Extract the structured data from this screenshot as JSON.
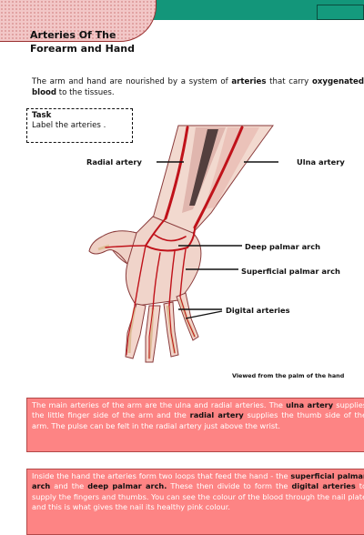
{
  "page": {
    "title_line1": "Arteries Of The",
    "title_line2": "Forearm and Hand"
  },
  "intro": {
    "part1": "The arm and hand are nourished by a system of ",
    "bold1": "arteries",
    "part2": " that carry ",
    "bold2": "oxygenated blood",
    "part3": " to the tissues."
  },
  "task": {
    "heading": "Task",
    "text": "Label the arteries ."
  },
  "labels": {
    "radial_artery": "Radial artery",
    "ulna_artery": "Ulna artery",
    "deep_palmar_arch": "Deep palmar arch",
    "superficial_palmar_arch": "Superficial palmar arch",
    "digital_arteries": "Digital arteries"
  },
  "caption": "Viewed from the palm of the hand",
  "box1": {
    "t1": "The main arteries of the arm are the ulna and radial arteries.  The ",
    "b1": "ulna artery",
    "t2": " supplies the little finger side of the arm and the ",
    "b2": "radial artery",
    "t3": " supplies the thumb side of the arm.  The pulse can be felt in the radial artery just above the wrist."
  },
  "box2": {
    "t1": "Inside the hand the arteries form two loops that feed the hand - the ",
    "b1": "superficial palmar arch",
    "t2": " and the ",
    "b2": "deep palmar arch.",
    "t3": " These then divide to form the ",
    "b3": "digital arteries",
    "t4": " to supply the fingers and thumbs.  You can see the colour of the blood through the nail plate and this is what gives the nail its healthy pink colour."
  },
  "colors": {
    "header_band": "#13967a",
    "title_tab": "#f2c7c7",
    "info_box": "#fd8484",
    "artery": "#c0121a",
    "skin": "#f2d9cf"
  }
}
